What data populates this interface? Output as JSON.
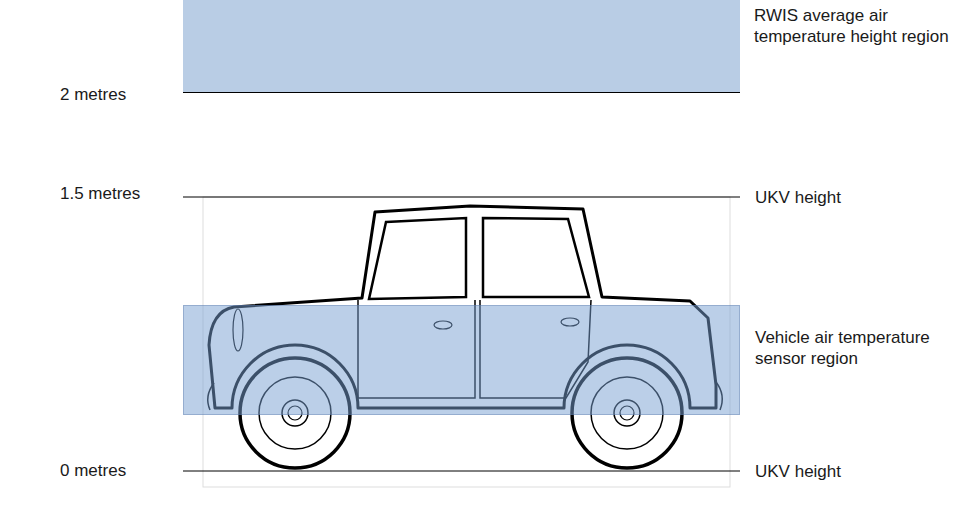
{
  "diagram": {
    "nodes": [
      {
        "text": [
          "RWIS average air temperature height region"
        ]
      },
      {
        "text": [
          "Vehicle air temperature sensor region"
        ]
      }
    ],
    "labels": [
      "2 metres",
      "1.5 metres",
      "UKV height",
      "0 metres",
      "UKV height"
    ]
  }
}
